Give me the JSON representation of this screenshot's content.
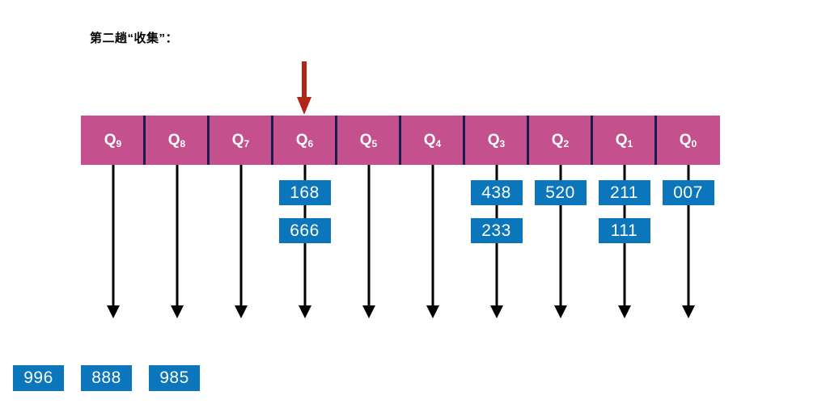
{
  "title": "第二趟“收集”：",
  "colors": {
    "bucket_bar": "#c4508e",
    "bucket_divider": "#1b1b50",
    "value_box": "#0b76bc",
    "pointer_arrow": "#b22617",
    "stem": "#000000",
    "text_on_fill": "#ffffff"
  },
  "pointer": {
    "icon": "down-arrow-icon",
    "target_bucket": "Q6",
    "target_index": 3,
    "color": "#b22617"
  },
  "buckets": [
    {
      "letter": "Q",
      "sub": "9",
      "label": "Q9",
      "values": []
    },
    {
      "letter": "Q",
      "sub": "8",
      "label": "Q8",
      "values": []
    },
    {
      "letter": "Q",
      "sub": "7",
      "label": "Q7",
      "values": []
    },
    {
      "letter": "Q",
      "sub": "6",
      "label": "Q6",
      "values": [
        "168",
        "666"
      ]
    },
    {
      "letter": "Q",
      "sub": "5",
      "label": "Q5",
      "values": []
    },
    {
      "letter": "Q",
      "sub": "4",
      "label": "Q4",
      "values": []
    },
    {
      "letter": "Q",
      "sub": "3",
      "label": "Q3",
      "values": [
        "438",
        "233"
      ]
    },
    {
      "letter": "Q",
      "sub": "2",
      "label": "Q2",
      "values": [
        "520"
      ]
    },
    {
      "letter": "Q",
      "sub": "1",
      "label": "Q1",
      "values": [
        "211",
        "111"
      ]
    },
    {
      "letter": "Q",
      "sub": "0",
      "label": "Q0",
      "values": [
        "007"
      ]
    }
  ],
  "output": {
    "values": [
      "996",
      "888",
      "985"
    ]
  }
}
